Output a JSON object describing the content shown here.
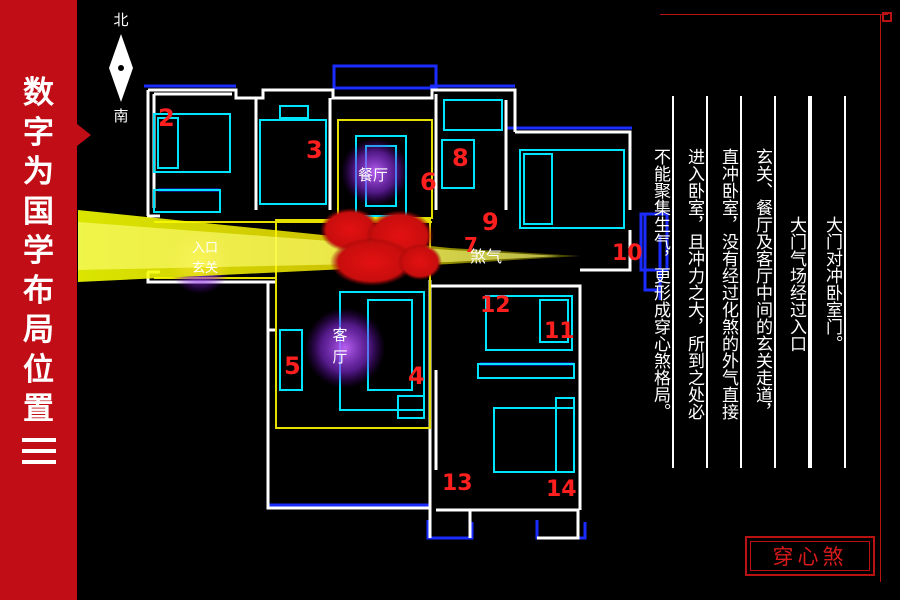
{
  "title_chars": [
    "数",
    "字",
    "为",
    "国",
    "学",
    "布",
    "局",
    "位",
    "置"
  ],
  "compass": {
    "north": "北",
    "south": "南"
  },
  "rooms": {
    "entry_line1": "入口",
    "entry_line2": "玄关",
    "dining": "餐厅",
    "living_line1": "客",
    "living_line2": "厅",
    "sha": "煞气"
  },
  "numbers": [
    "2",
    "3",
    "4",
    "5",
    "6",
    "7",
    "8",
    "9",
    "10",
    "11",
    "12",
    "13",
    "14"
  ],
  "description_columns": [
    "大门对冲卧室门。",
    "大门气场经过入口",
    "玄关、餐厅及客厅中间的玄关走道，",
    "直冲卧室，没有经过化煞的外气直接",
    "进入卧室，且冲力之大，所到之处必",
    "不能聚集生气，更形成穿心煞格局。"
  ],
  "stamp_text": "穿心煞",
  "colors": {
    "accent": "#c10d16",
    "wall": "#ffffff",
    "furniture": "#00e5ff",
    "window": "#1a2cff",
    "zone": "#e6e000",
    "number": "#ff1f1f",
    "halo": "#a64dff"
  }
}
